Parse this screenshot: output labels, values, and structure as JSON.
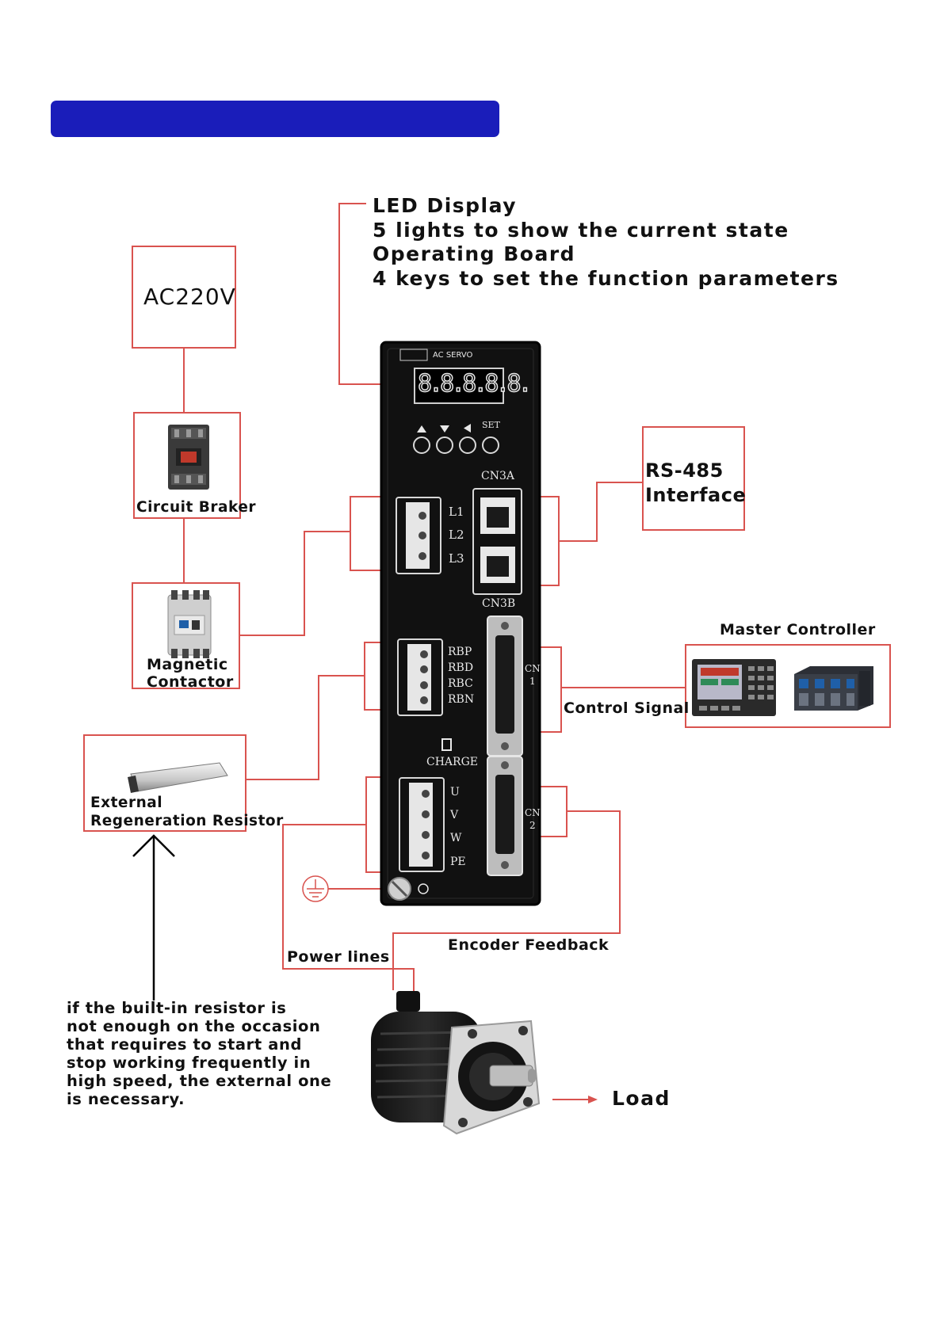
{
  "colors": {
    "header": "#1a1dba",
    "wire": "#d9534f",
    "drive": "#111111",
    "arrow": "#000000"
  },
  "header_bar": {
    "text": ""
  },
  "led_callout": {
    "lines": [
      "LED Display",
      "5 lights to show the current state",
      "Operating  Board",
      "4 keys to set the function parameters"
    ]
  },
  "power": {
    "label": "AC220V"
  },
  "circuit_breaker": {
    "label": "Circuit Braker",
    "icon": "circuit-breaker-icon"
  },
  "contactor": {
    "label_line1": "Magnetic",
    "label_line2": "Contactor",
    "icon": "contactor-icon"
  },
  "resistor": {
    "label_line1": "External",
    "label_line2": "Regeneration Resistor",
    "icon": "resistor-icon"
  },
  "rs485": {
    "label_line1": "RS-485",
    "label_line2": "Interface"
  },
  "master": {
    "title": "Master Controller",
    "signal_label": "Control Signal",
    "icon_hmi": "hmi-panel-icon",
    "icon_plc": "plc-icon"
  },
  "encoder": {
    "label": "Encoder Feedback"
  },
  "power_lines": {
    "label": "Power lines"
  },
  "load": {
    "label": "Load"
  },
  "note": {
    "lines": [
      " if the built-in resistor  is",
      "not enough on the occasion",
      "that requires to start  and",
      "stop working frequently in",
      "high speed, the external one",
      "is necessary."
    ]
  },
  "drive": {
    "brand": "AC  SERVO",
    "led_digits": "8.8.8.8.8.",
    "set_key": "SET",
    "cn3a": "CN3A",
    "cn3b": "CN3B",
    "terminals_l": [
      "L1",
      "L2",
      "L3"
    ],
    "terminals_r": [
      "RBP",
      "RBD",
      "RBC",
      "RBN"
    ],
    "charge": "CHARGE",
    "terminals_m": [
      "U",
      "V",
      "W",
      "PE"
    ],
    "cn1": [
      "CN",
      "1"
    ],
    "cn2": [
      "CN",
      "2"
    ]
  }
}
